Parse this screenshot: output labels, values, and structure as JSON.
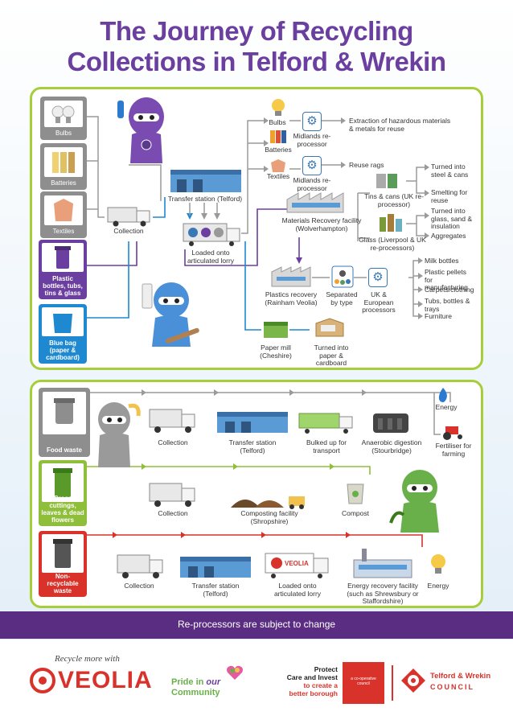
{
  "title": {
    "line1": "The Journey of Recycling",
    "line2": "Collections in Telford & Wrekin"
  },
  "colors": {
    "purple": "#6b3fa0",
    "green": "#a6ce39",
    "blue": "#1e88d0",
    "red": "#d9322b",
    "grey": "#8e8e8e"
  },
  "top": {
    "waste_types": [
      "Bulbs",
      "Batteries",
      "Textiles"
    ],
    "plastic_box": "Plastic bottles, tubs, tins & glass",
    "blue_bag": "Blue bag (paper & cardboard)",
    "collection": "Collection",
    "transfer_station": "Transfer station (Telford)",
    "lorry": "Loaded onto articulated lorry",
    "bulbs": "Bulbs",
    "batteries": "Batteries",
    "textiles": "Textiles",
    "midlands1": "Midlands re-processor",
    "midlands2": "Midlands re-processor",
    "hazardous": "Extraction of hazardous materials & metals for reuse",
    "reuse_rags": "Reuse rags",
    "mrf": "Materials Recovery facility (Wolverhampton)",
    "tins": "Tins & cans (UK re-processor)",
    "glass": "Glass (Liverpool & UK re-processors)",
    "steel": "Turned into steel & cans",
    "smelting": "Smelting for reuse",
    "glass_out": "Turned into glass, sand & insulation",
    "aggregates": "Aggregates",
    "plastics_recovery": "Plastics recovery (Rainham Veolia)",
    "separated": "Separated by type",
    "uk_euro": "UK & European processors",
    "outputs": [
      "Milk bottles",
      "Plastic pellets for manufacturing",
      "Carpets/clothing",
      "Tubs, bottles & trays",
      "Furniture"
    ],
    "paper_mill": "Paper mill (Cheshire)",
    "paper_out": "Turned into paper & cardboard"
  },
  "bottom": {
    "food": {
      "label": "Food waste",
      "steps": [
        "Collection",
        "Transfer station (Telford)",
        "Bulked up for transport",
        "Anaerobic digestion (Stourbridge)"
      ],
      "energy": "Energy",
      "fertiliser": "Fertiliser for farming"
    },
    "garden": {
      "label": "Grass cuttings, leaves & dead flowers",
      "steps": [
        "Collection",
        "Composting facility (Shropshire)",
        "Compost"
      ]
    },
    "nonrec": {
      "label": "Non-recyclable waste",
      "steps": [
        "Collection",
        "Transfer station (Telford)",
        "Loaded onto articulated lorry",
        "Energy recovery facility (such as Shrewsbury or Staffordshire)",
        "Energy"
      ],
      "veolia_truck": "VEOLIA"
    }
  },
  "footer_note": "Re-processors are subject to change",
  "logos": {
    "recycle_more": "Recycle more with",
    "veolia": "VEOLIA",
    "pride1": "Pride in",
    "pride_our": "our",
    "pride2": "Community",
    "protect1": "Protect",
    "protect2": "Care and Invest",
    "protect3": "to create a",
    "protect4": "better borough",
    "coop": "a co-operative council",
    "telford1": "Telford & Wrekin",
    "telford2": "COUNCIL"
  }
}
